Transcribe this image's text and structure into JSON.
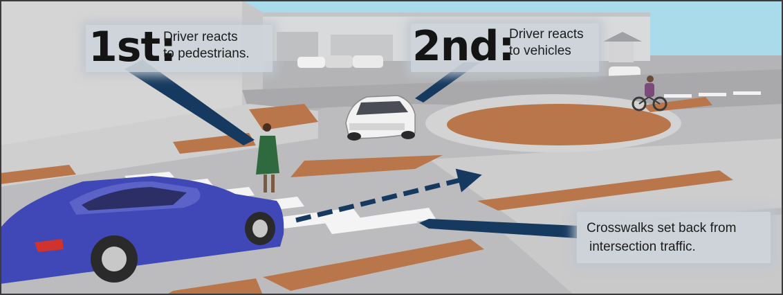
{
  "callouts": {
    "first": {
      "ordinal": "1st:",
      "line1": "Driver reacts",
      "line2": "to pedestrians."
    },
    "second": {
      "ordinal": "2nd:",
      "line1": "Driver reacts",
      "line2": "to vehicles"
    },
    "crosswalk": {
      "line1": "Crosswalks set back from",
      "line2": "intersection traffic."
    }
  },
  "colors": {
    "arrow": "#163a5f",
    "sky": "#a9dbeb",
    "road": "#bcbcbe",
    "island_dirt": "#b8764a",
    "car_blue": "#3f48b6",
    "car_white": "#f2f2f2",
    "pedestrian_dress": "#2f6a3e"
  }
}
